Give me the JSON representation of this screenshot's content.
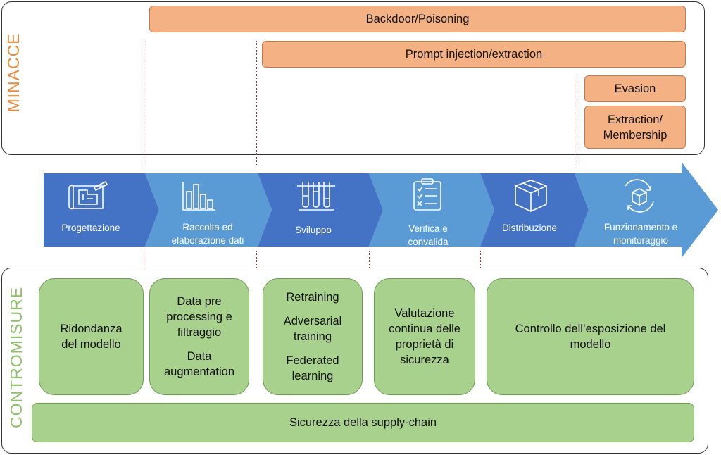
{
  "panels": {
    "threats_label": "MINACCE",
    "countermeasures_label": "CONTROMISURE"
  },
  "threats": [
    {
      "label": "Backdoor/Poisoning"
    },
    {
      "label": "Prompt injection/extraction"
    },
    {
      "label": "Evasion"
    },
    {
      "label": "Extraction/\nMembership"
    }
  ],
  "stages": [
    {
      "label": "Progettazione",
      "icon": "blueprint-icon"
    },
    {
      "label": "Raccolta ed\nelaborazione dati",
      "icon": "bar-chart-icon"
    },
    {
      "label": "Sviluppo",
      "icon": "test-tubes-icon"
    },
    {
      "label": "Verifica e\nconvalida",
      "icon": "checklist-icon"
    },
    {
      "label": "Distribuzione",
      "icon": "box-icon"
    },
    {
      "label": "Funzionamento e\nmonitoraggio",
      "icon": "cycle-box-icon"
    }
  ],
  "countermeasures": {
    "c1": "Ridondanza\ndel modello",
    "c2a": "Data pre\nprocessing e\nfiltraggio",
    "c2b": "Data\naugmentation",
    "c3a": "Retraining",
    "c3b": "Adversarial\ntraining",
    "c3c": "Federated\nlearning",
    "c4": "Valutazione\ncontinua delle\nproprietà di\nsicurezza",
    "c5": "Controllo dell’esposizione del\nmodello",
    "supply": "Sicurezza della supply-chain"
  },
  "colors": {
    "threat_fill": "#f4b183",
    "threat_label": "#e88a3c",
    "counter_fill": "#a9d18e",
    "counter_label": "#8fbf6a",
    "stage_dark": "#4472c4",
    "stage_light": "#5b9bd5"
  }
}
